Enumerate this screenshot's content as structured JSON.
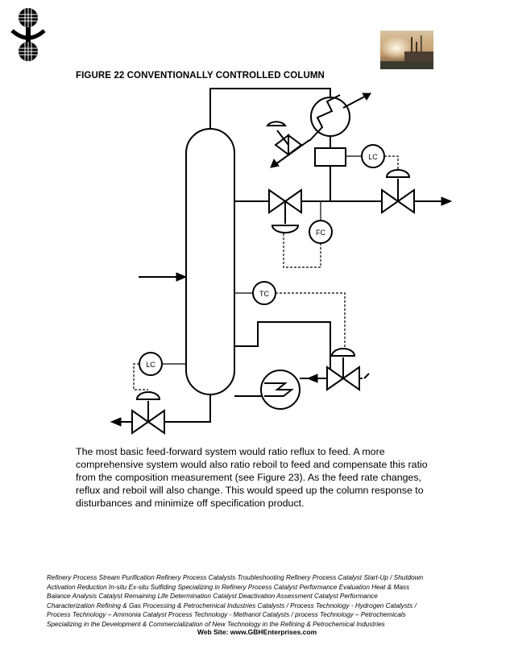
{
  "figure": {
    "title": "FIGURE 22   CONVENTIONALLY CONTROLLED COLUMN",
    "instruments": {
      "lc_top": "LC",
      "fc": "FC",
      "tc": "TC",
      "lc_bottom": "LC"
    }
  },
  "body": {
    "lines": [
      "The most basic feed-forward system would ratio reflux to feed. A more",
      "comprehensive system would also ratio reboil to feed and compensate this ratio",
      "from the composition measurement (see Figure 23). As the feed rate changes,",
      "reflux and reboil will also change. This would speed up the column response to",
      "disturbances and minimize off specification product."
    ]
  },
  "footer": {
    "lines": [
      "Refinery Process Stream Purification Refinery Process Catalysts Troubleshooting Refinery Process Catalyst Start-Up / Shutdown",
      " Activation   Reduction  In-situ  Ex-situ Sulfiding Specializing in Refinery Process Catalyst Performance Evaluation Heat & Mass",
      " Balance Analysis  Catalyst Remaining Life Determination  Catalyst Deactivation Assessment  Catalyst Performance",
      "Characterization  Refining  & Gas Processing &  Petrochemical Industries  Catalysts / Process Technology - Hydrogen  Catalysts /",
      "Process Technology – Ammonia  Catalyst Process Technology - Methanol  Catalysts / process Technology – Petrochemicals",
      "Specializing in the Development  & Commercialization of New Technology in the Refining &   Petrochemical Industries"
    ],
    "website": "Web Site: www.GBHEnterprises.com"
  },
  "colors": {
    "ink": "#000000",
    "photo_sky": "#c9a77a"
  }
}
